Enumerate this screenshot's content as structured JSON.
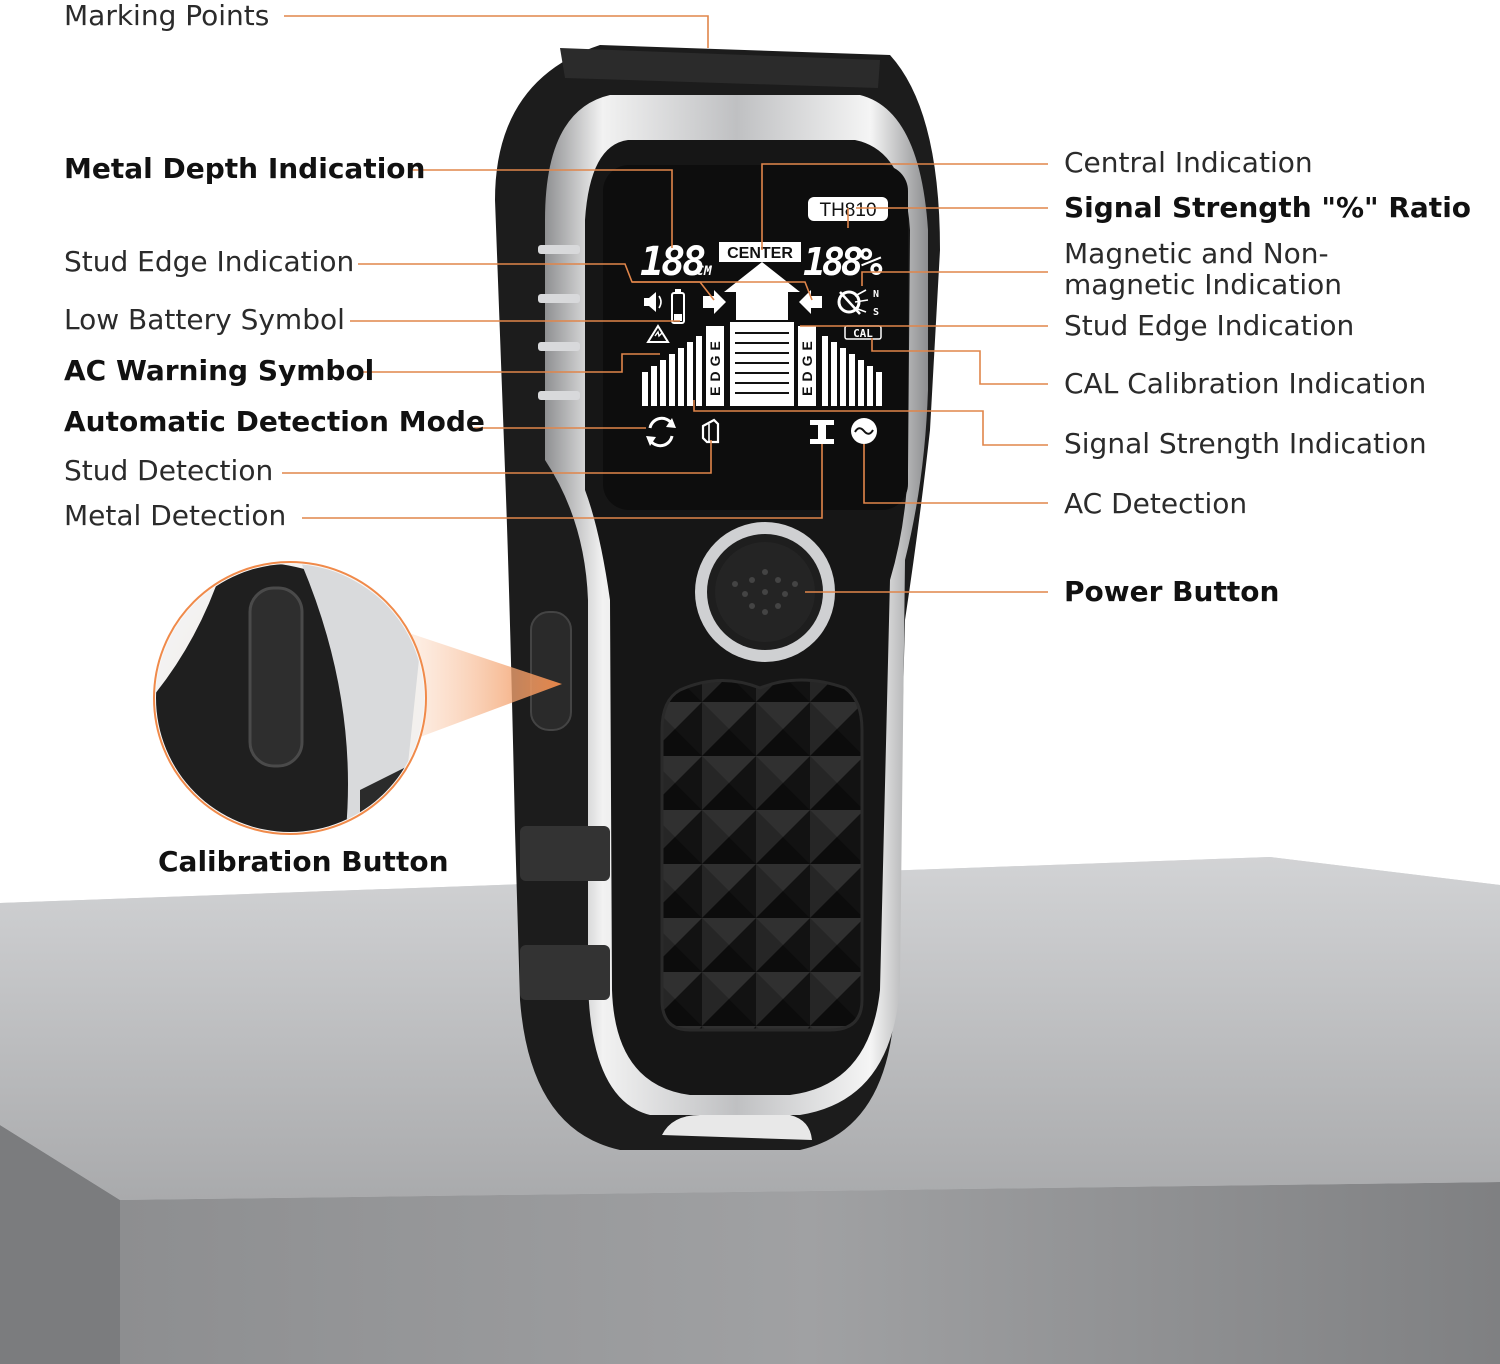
{
  "labels": {
    "marking_points": "Marking Points",
    "metal_depth": "Metal Depth Indication",
    "stud_edge_left": "Stud Edge Indication",
    "low_battery": "Low Battery Symbol",
    "ac_warning": "AC Warning Symbol",
    "auto_mode": "Automatic Detection Mode",
    "stud_detection": "Stud Detection",
    "metal_detection": "Metal Detection",
    "calibration_button": "Calibration Button",
    "central": "Central Indication",
    "signal_ratio": "Signal Strength \"%\" Ratio",
    "magnetic_line1": "Magnetic and Non-",
    "magnetic_line2": "magnetic Indication",
    "stud_edge_right": "Stud Edge Indication",
    "cal_calibration": "CAL Calibration Indication",
    "signal_strength": "Signal Strength Indication",
    "ac_detection": "AC Detection",
    "power_button": "Power Button"
  },
  "device": {
    "model": "TH810",
    "depth_value": "188",
    "depth_unit": "CM",
    "center_text": "CENTER",
    "percent_value": "188%",
    "cal_text": "CAL",
    "edge_text": "EDGE",
    "north": "N",
    "south": "S"
  },
  "colors": {
    "accent_line": "#e0854a",
    "device_body": "#1b1b1b",
    "silver": "#c9cacc",
    "surface": "#b7b8ba"
  }
}
